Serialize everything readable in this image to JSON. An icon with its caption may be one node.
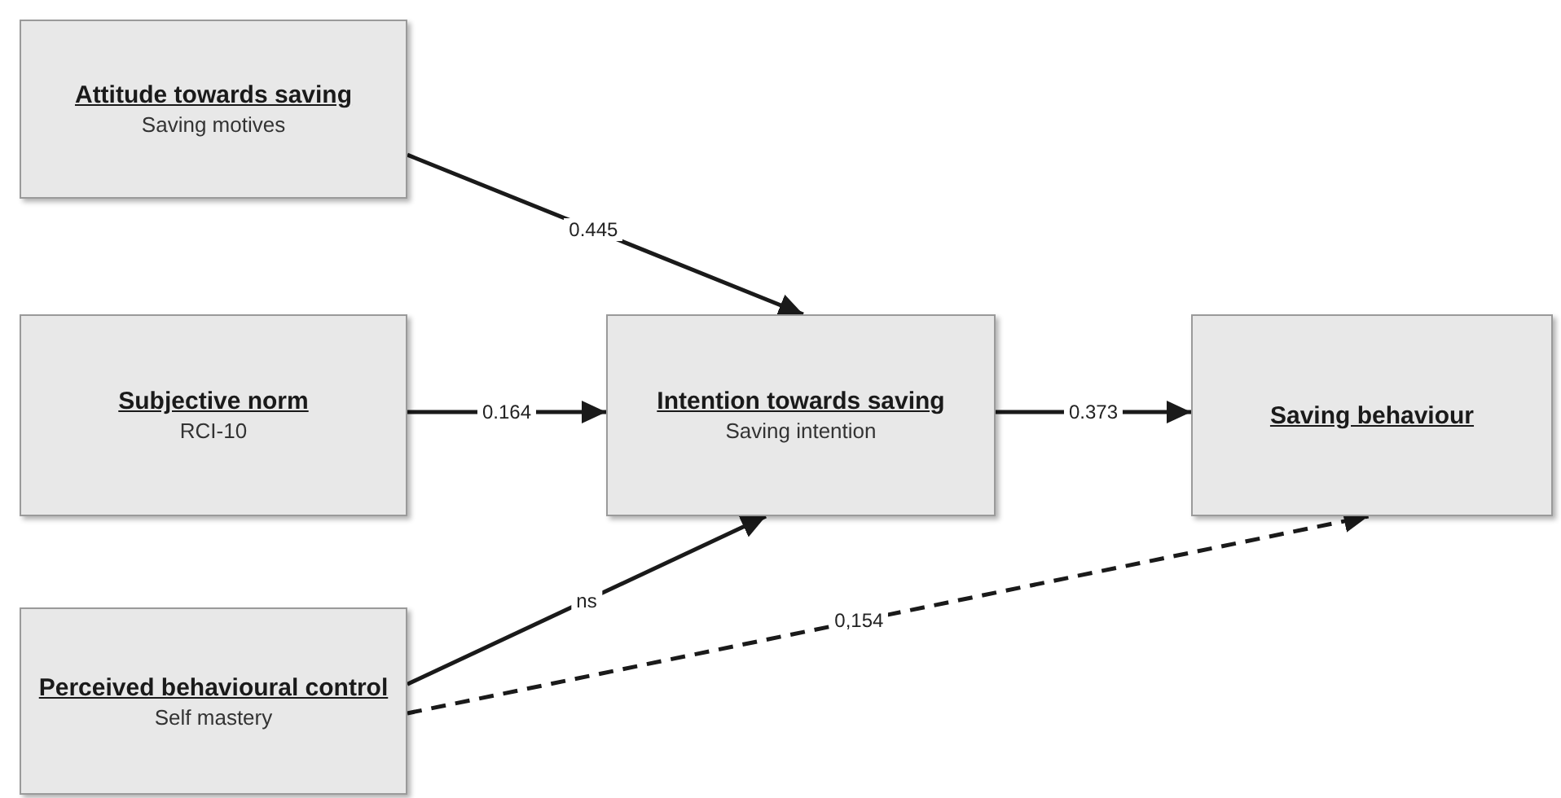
{
  "diagram": {
    "nodes": [
      {
        "text": [
          "Attitude towards saving",
          "Saving motives"
        ]
      },
      {
        "text": [
          "Subjective norm",
          "RCI-10"
        ]
      },
      {
        "text": [
          "Perceived behavioural control",
          "Self mastery"
        ]
      },
      {
        "text": [
          "Intention towards saving",
          "Saving intention"
        ]
      },
      {
        "text": [
          "Saving behaviour"
        ]
      }
    ],
    "edges": [
      {
        "from": 0,
        "to": 3,
        "arrow": "to",
        "label": "0.445"
      },
      {
        "from": 1,
        "to": 3,
        "arrow": "to",
        "label": "0.164"
      },
      {
        "from": 2,
        "to": 3,
        "arrow": "to",
        "label": "ns"
      },
      {
        "from": 3,
        "to": 4,
        "arrow": "to",
        "label": "0.373"
      },
      {
        "from": 2,
        "to": 4,
        "arrow": "to",
        "label": "0,154",
        "style": "dashed"
      }
    ]
  }
}
